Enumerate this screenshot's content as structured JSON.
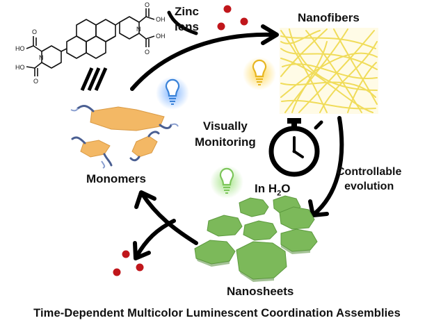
{
  "labels": {
    "zinc_line1": "Zinc",
    "zinc_line2": "ions",
    "nanofibers": "Nanofibers",
    "visually_line1": "Visually",
    "visually_line2": "Monitoring",
    "controllable_line1": "Controllable",
    "controllable_line2": "evolution",
    "in_water_prefix": "In H",
    "in_water_subscript": "2",
    "in_water_suffix": "O",
    "monomers": "Monomers",
    "nanosheets": "Nanosheets"
  },
  "molecule": {
    "atoms": {
      "oh_left_top": "HO",
      "o_left_top": "O",
      "n_left": "N",
      "oh_left_bottom": "HO",
      "o_left_bottom": "O",
      "o_right_top": "O",
      "oh_right_top": "OH",
      "n_right": "N",
      "o_right_bottom": "O",
      "oh_right_bottom": "OH"
    }
  },
  "caption": "Time-Dependent Multicolor Luminescent Coordination Assemblies",
  "colors": {
    "nanofiber": "#f0dc5a",
    "nanosheet": "#7cb95a",
    "monomer": "#f3b865",
    "zinc": "#c0161b",
    "bulb_blue": "#3a82d8",
    "bulb_yellow": "#e7b520",
    "bulb_green": "#7cc55a"
  },
  "icons": [
    "lightbulb-blue-icon",
    "lightbulb-yellow-icon",
    "lightbulb-green-icon",
    "stopwatch-icon",
    "triple-bar-equilibrium-icon"
  ]
}
